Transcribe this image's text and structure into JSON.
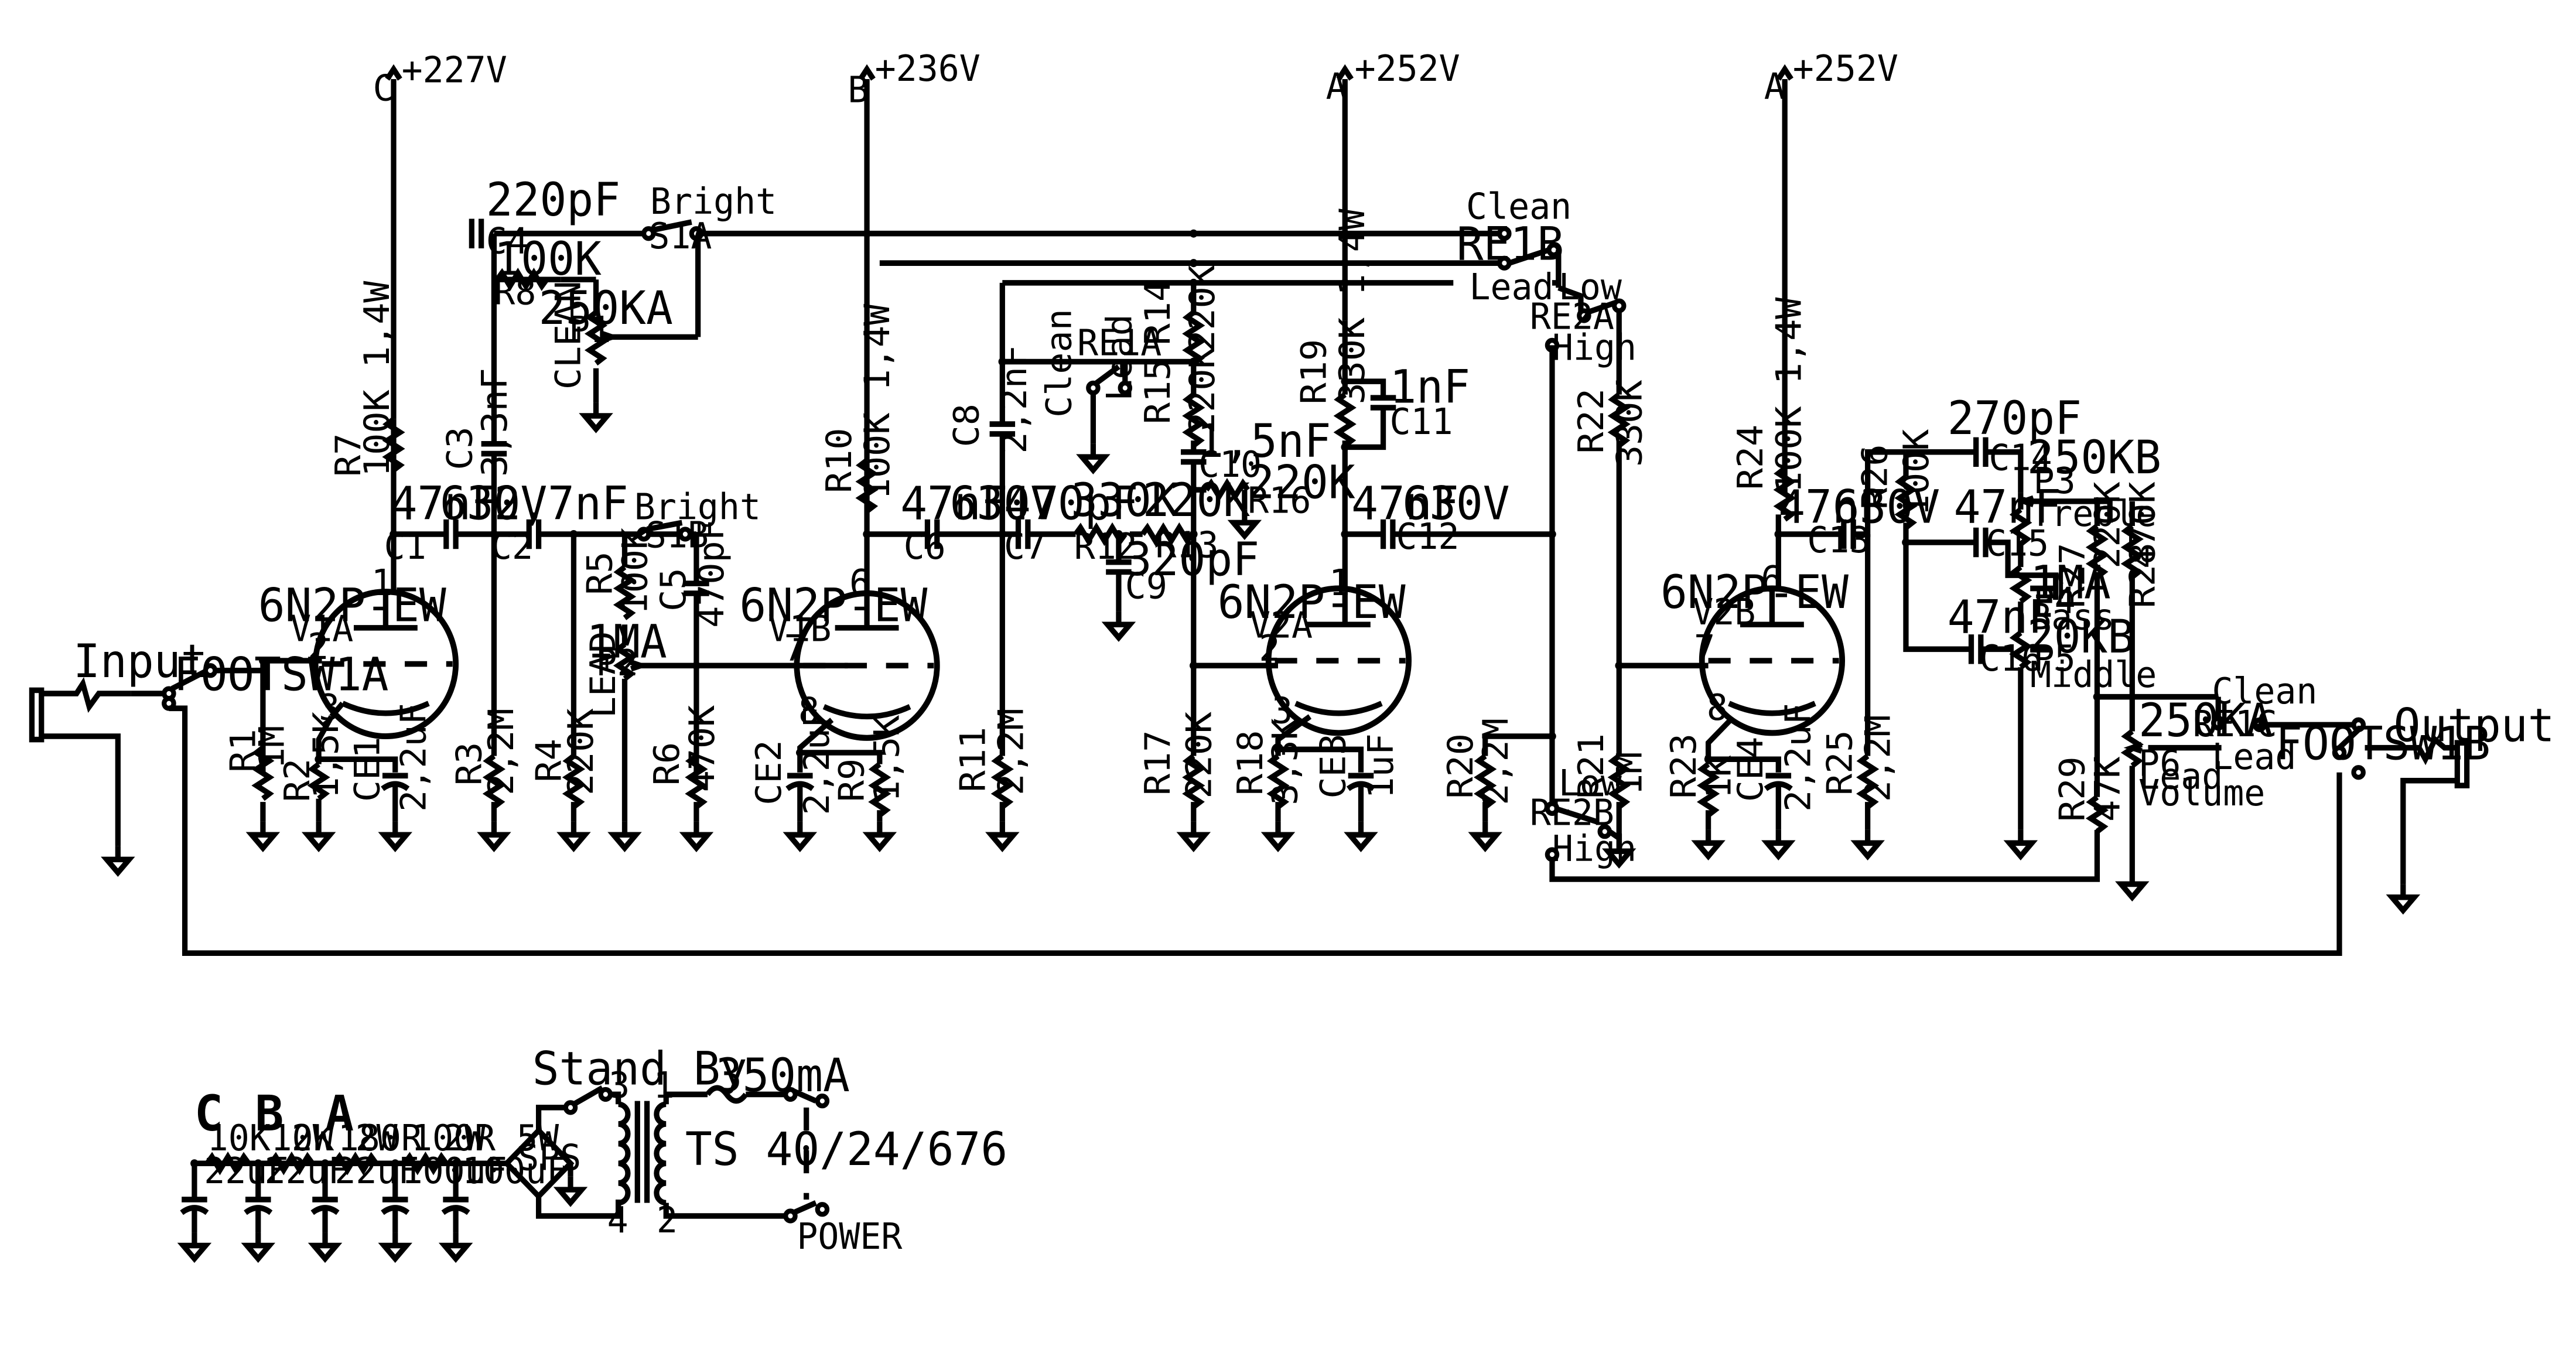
{
  "rails": {
    "C": {
      "net": "C",
      "voltage": "+227V"
    },
    "B1": {
      "net": "B",
      "voltage": "+236V"
    },
    "A1": {
      "net": "A",
      "voltage": "+252V"
    },
    "A2": {
      "net": "A",
      "voltage": "+252V"
    }
  },
  "io": {
    "input": "Input",
    "output": "Output",
    "footsw_a": "FOOTSW1A",
    "footsw_b": "FOOTSW1B"
  },
  "tubes": [
    {
      "type": "6N2P-EW",
      "ref": "V1A",
      "p": "1",
      "g": "2",
      "k": "3"
    },
    {
      "type": "6N2P-EW",
      "ref": "V1B",
      "p": "6",
      "g": "7",
      "k": "8"
    },
    {
      "type": "6N2P-EW",
      "ref": "V2A",
      "p": "1",
      "g": "2",
      "k": "3"
    },
    {
      "type": "6N2P-EW",
      "ref": "V2B",
      "p": "6",
      "g": "7",
      "k": "8"
    }
  ],
  "stage1": {
    "r7": {
      "ref": "R7",
      "value": "100K 1,4W"
    },
    "c1": {
      "ref": "C1",
      "value": "47nF",
      "rating": "630V"
    },
    "c2": {
      "ref": "C2",
      "value": "2,7nF"
    },
    "c3": {
      "ref": "C3",
      "value": "3,3nF"
    },
    "c4": {
      "ref": "C4",
      "value": "220pF"
    },
    "r8": {
      "ref": "R8",
      "value": "100K"
    },
    "p1": {
      "ref": "P1",
      "value": "250KA",
      "label": "CLEAN"
    },
    "s1a": {
      "ref": "S1A",
      "label": "Bright"
    },
    "r1": {
      "ref": "R1",
      "value": "1M"
    },
    "r2": {
      "ref": "R2",
      "value": "1,5K"
    },
    "ce1": {
      "ref": "CE1",
      "value": "2,2uF"
    },
    "r3": {
      "ref": "R3",
      "value": "2,2M"
    },
    "r4": {
      "ref": "R4",
      "value": "220K"
    },
    "r5": {
      "ref": "R5",
      "value": "100K"
    },
    "p2": {
      "ref": "P2",
      "value": "1MA",
      "label": "LEAD"
    },
    "s1b": {
      "ref": "S1B",
      "label": "Bright"
    },
    "c5": {
      "ref": "C5",
      "value": "470pF"
    },
    "r6": {
      "ref": "R6",
      "value": "470K"
    }
  },
  "stage2": {
    "r10": {
      "ref": "R10",
      "value": "100K 1,4W"
    },
    "ce2": {
      "ref": "CE2",
      "value": "2,2uF"
    },
    "r9": {
      "ref": "R9",
      "value": "1,5K"
    },
    "c6": {
      "ref": "C6",
      "value": "47nF",
      "rating": "630V"
    },
    "c7": {
      "ref": "C7",
      "value": "470pF"
    },
    "c8": {
      "ref": "C8",
      "value": "2,2nF"
    },
    "r11": {
      "ref": "R11",
      "value": "2,2M"
    },
    "re1a": {
      "ref": "RE1A",
      "clean": "Clean",
      "lead": "Lead"
    },
    "r12": {
      "ref": "R12",
      "value": "330K"
    },
    "r13": {
      "ref": "R13",
      "value": "220K"
    },
    "c9": {
      "ref": "C9",
      "value": "320pF"
    },
    "r14": {
      "ref": "R14",
      "value": "220K"
    },
    "r15": {
      "ref": "R15",
      "value": "220K"
    },
    "c10": {
      "ref": "C10",
      "value": "1,5nF"
    },
    "r16": {
      "ref": "R16",
      "value": "220K"
    },
    "r17": {
      "ref": "R17",
      "value": "220K"
    }
  },
  "stage3": {
    "r19": {
      "ref": "R19",
      "value": "330K 1,4W"
    },
    "c11": {
      "ref": "C11",
      "value": "1nF"
    },
    "c12": {
      "ref": "C12",
      "value": "47nF",
      "rating": "630V"
    },
    "r18": {
      "ref": "R18",
      "value": "3,3K"
    },
    "ce3": {
      "ref": "CE3",
      "value": "1uF"
    },
    "re1b": {
      "ref": "RE1B",
      "clean": "Clean",
      "lead": "Lead"
    },
    "re2a": {
      "ref": "RE2A",
      "low": "Low",
      "high": "High"
    },
    "re2b": {
      "ref": "RE2B",
      "low": "Low",
      "high": "High"
    },
    "r22": {
      "ref": "R22",
      "value": "330K"
    },
    "r20": {
      "ref": "R20",
      "value": "2,2M"
    },
    "r21": {
      "ref": "R21",
      "value": "1M"
    }
  },
  "stage4": {
    "r24": {
      "ref": "R24",
      "value": "100K 1,4W"
    },
    "c13": {
      "ref": "C13",
      "value": "47nF",
      "rating": "630V"
    },
    "r23": {
      "ref": "R23",
      "value": "1K"
    },
    "ce4": {
      "ref": "CE4",
      "value": "2,2uF"
    },
    "r25": {
      "ref": "R25",
      "value": "2,2M"
    },
    "r26": {
      "ref": "R26",
      "value": "100K"
    },
    "c14": {
      "ref": "C14",
      "value": "270pF"
    },
    "c15": {
      "ref": "C15",
      "value": "47nF"
    },
    "c16": {
      "ref": "C16",
      "value": "47nF"
    },
    "p3": {
      "ref": "P3",
      "value": "250KB",
      "label": "Treble"
    },
    "p4": {
      "ref": "P4",
      "value": "1MA",
      "label": "Bass"
    },
    "p5": {
      "ref": "P5",
      "value": "20KB",
      "label": "Middle"
    },
    "r27": {
      "ref": "R27",
      "value": "220K"
    },
    "r28": {
      "ref": "R28",
      "value": "470K"
    },
    "r29": {
      "ref": "R29",
      "value": "47K"
    },
    "p6": {
      "ref": "P6",
      "value": "250KA",
      "label1": "Lead",
      "label2": "Volume"
    },
    "re1c": {
      "ref": "RE1C",
      "clean": "Clean",
      "lead": "Lead"
    }
  },
  "power": {
    "nets": [
      "C",
      "B",
      "A"
    ],
    "resistors": [
      "10K 2W",
      "10K 2W",
      "180R 2W",
      "100R 5W"
    ],
    "caps": [
      "22uF",
      "22uF",
      "22uF",
      "100uF",
      "100uF"
    ],
    "rectifier": "SPS",
    "standby": "Stand By",
    "fuse": "350mA",
    "transformer": "TS 40/24/676",
    "pins": [
      "1",
      "2",
      "3",
      "4"
    ],
    "power_label": "POWER"
  }
}
